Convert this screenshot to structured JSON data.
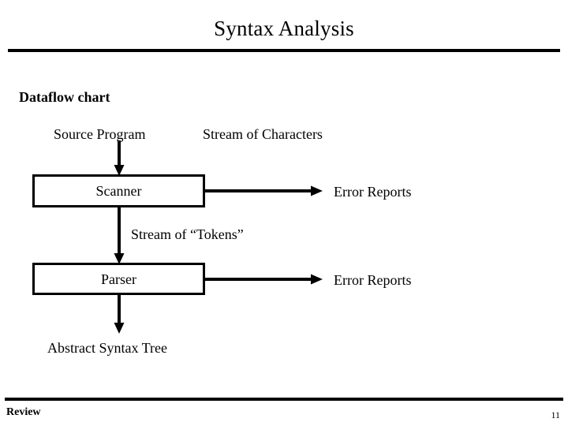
{
  "slide": {
    "title": "Syntax Analysis",
    "section_heading": "Dataflow chart",
    "page_number": "11",
    "footer_label": "Review",
    "colors": {
      "ink": "#000000",
      "background": "#ffffff"
    }
  },
  "diagram": {
    "labels": {
      "source_program": "Source Program",
      "stream_of_characters": "Stream of Characters",
      "stream_of_tokens": "Stream of “Tokens”",
      "abstract_syntax_tree": "Abstract Syntax Tree",
      "error_reports_scanner": "Error Reports",
      "error_reports_parser": "Error Reports"
    },
    "boxes": [
      {
        "id": "scanner",
        "label": "Scanner"
      },
      {
        "id": "parser",
        "label": "Parser"
      }
    ],
    "connectors": [
      {
        "id": "source-to-scanner",
        "from": "Source Program",
        "to": "Scanner",
        "direction": "down"
      },
      {
        "id": "scanner-to-parser",
        "from": "Scanner",
        "to": "Parser",
        "direction": "down"
      },
      {
        "id": "parser-to-ast",
        "from": "Parser",
        "to": "Abstract Syntax Tree",
        "direction": "down"
      },
      {
        "id": "scanner-to-errors",
        "from": "Scanner",
        "to": "Error Reports",
        "direction": "right"
      },
      {
        "id": "parser-to-errors",
        "from": "Parser",
        "to": "Error Reports",
        "direction": "right"
      }
    ]
  }
}
